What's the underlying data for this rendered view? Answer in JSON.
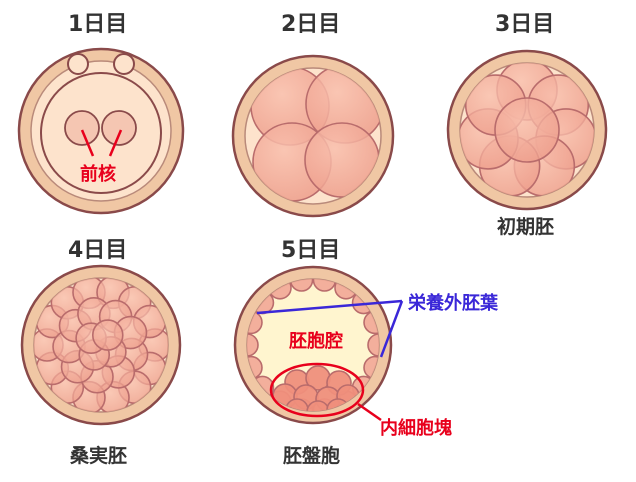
{
  "days": [
    {
      "label": "1日目"
    },
    {
      "label": "2日目"
    },
    {
      "label": "3日目"
    },
    {
      "label": "4日目"
    },
    {
      "label": "5日目"
    }
  ],
  "annotations": {
    "pronuclei": "前核",
    "early_embryo": "初期胚",
    "morula": "桑実胚",
    "blastocyst": "胚盤胞",
    "trophectoderm": "栄養外胚葉",
    "blastocoel": "胚胞腔",
    "inner_cell_mass": "内細胞塊"
  },
  "colors": {
    "outer_ring": "#f0c7a4",
    "outline": "#8a4a4a",
    "interior": "#fde3cc",
    "cell_fill": "#f2a796",
    "cell_stroke": "#b96c6c",
    "red_accent": "#e8001c",
    "blue_accent": "#3a27d8",
    "day_text": "#333333"
  }
}
